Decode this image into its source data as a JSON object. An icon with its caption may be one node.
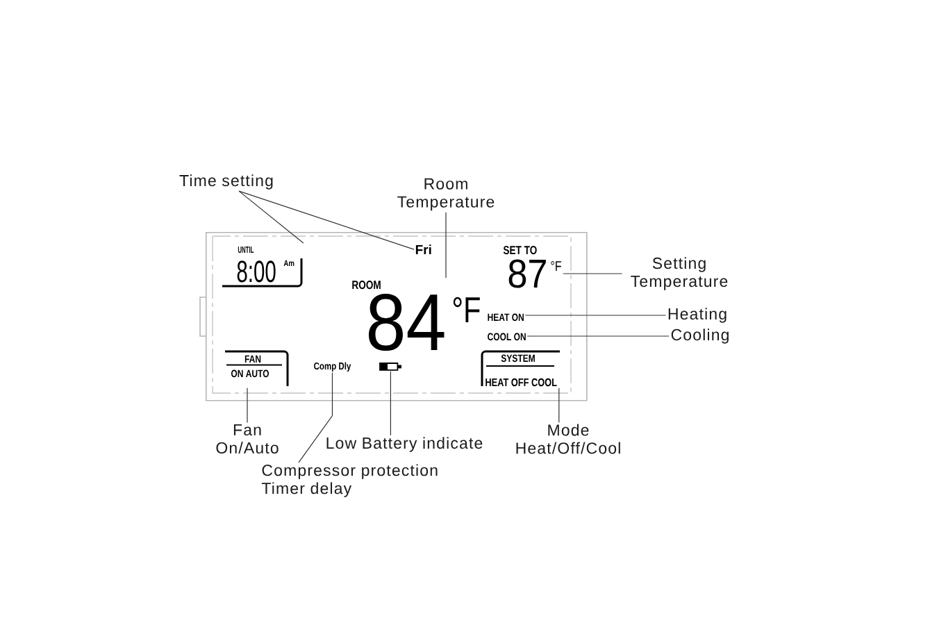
{
  "diagram": {
    "nodes": [
      {
        "text": [
          "Time setting"
        ]
      },
      {
        "text": [
          "Room Temperature"
        ]
      },
      {
        "text": [],
        "shape": "box"
      },
      {
        "text": [
          "UNTIL",
          "8:00",
          "Am"
        ],
        "in": 2
      },
      {
        "text": [
          "Fri"
        ],
        "in": 2
      },
      {
        "text": [
          "SET TO",
          "87",
          "°F"
        ],
        "in": 2
      },
      {
        "text": [
          "ROOM",
          "84",
          "°F"
        ],
        "in": 2
      },
      {
        "text": [
          "HEAT ON"
        ],
        "in": 2
      },
      {
        "text": [
          "COOL ON"
        ],
        "in": 2
      },
      {
        "text": [
          "FAN",
          "ON AUTO"
        ],
        "in": 2
      },
      {
        "text": [
          "Comp Dly"
        ],
        "in": 2
      },
      {
        "text": [],
        "shape": "picture",
        "in": 2
      },
      {
        "text": [
          "SYSTEM",
          "HEAT OFF COOL"
        ],
        "in": 2
      },
      {
        "text": [
          "Setting Temperature"
        ]
      },
      {
        "text": [
          "Heating"
        ]
      },
      {
        "text": [
          "Cooling"
        ]
      },
      {
        "text": [
          "Fan On/Auto"
        ]
      },
      {
        "text": [
          "Low Battery indicate"
        ]
      },
      {
        "text": [
          "Compressor protection Timer delay"
        ]
      },
      {
        "text": [
          "Mode Heat/Off/Cool"
        ]
      }
    ],
    "edges": [
      {
        "from": 0,
        "to": 3,
        "arrow": "none"
      },
      {
        "from": 0,
        "to": 4,
        "arrow": "none"
      },
      {
        "from": 1,
        "to": 6,
        "arrow": "none"
      },
      {
        "from": 13,
        "to": 5,
        "arrow": "none"
      },
      {
        "from": 14,
        "to": 7,
        "arrow": "none"
      },
      {
        "from": 15,
        "to": 8,
        "arrow": "none"
      },
      {
        "from": 16,
        "to": 9,
        "arrow": "none"
      },
      {
        "from": 17,
        "to": 11,
        "arrow": "none"
      },
      {
        "from": 18,
        "to": 10,
        "arrow": "none"
      },
      {
        "from": 19,
        "to": 12,
        "arrow": "none"
      }
    ]
  }
}
